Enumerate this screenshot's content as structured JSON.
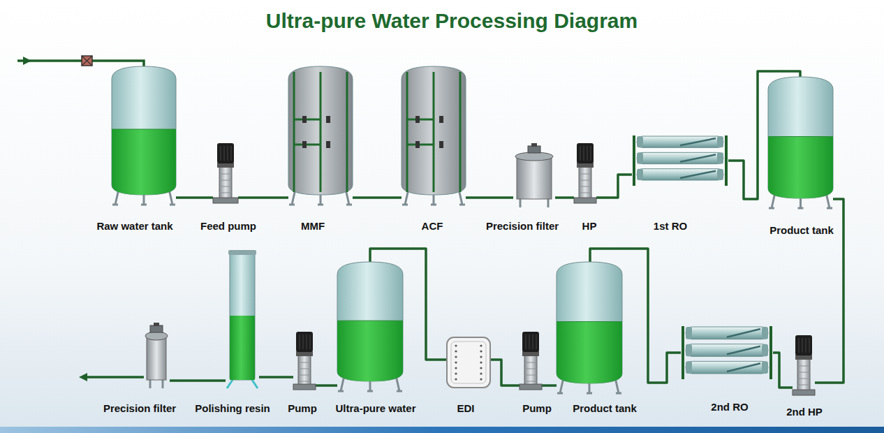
{
  "diagram": {
    "title": "Ultra-pure Water Processing Diagram",
    "nodes": [
      {
        "text": [
          "Raw water tank"
        ]
      },
      {
        "text": [
          "Feed pump"
        ]
      },
      {
        "text": [
          "MMF"
        ]
      },
      {
        "text": [
          "ACF"
        ]
      },
      {
        "text": [
          "Precision filter"
        ]
      },
      {
        "text": [
          "HP"
        ]
      },
      {
        "text": [
          "1st RO"
        ]
      },
      {
        "text": [
          "Product tank"
        ]
      },
      {
        "text": [
          "Precision filter"
        ]
      },
      {
        "text": [
          "Polishing resin"
        ]
      },
      {
        "text": [
          "Pump"
        ]
      },
      {
        "text": [
          "Ultra-pure water"
        ]
      },
      {
        "text": [
          "EDI"
        ]
      },
      {
        "text": [
          "Pump"
        ]
      },
      {
        "text": [
          "Product tank"
        ]
      },
      {
        "text": [
          "2nd RO"
        ]
      },
      {
        "text": [
          "2nd HP"
        ]
      }
    ],
    "edges": [
      {
        "from": 0,
        "to": 1,
        "arrow": "none"
      },
      {
        "from": 1,
        "to": 2,
        "arrow": "none"
      },
      {
        "from": 2,
        "to": 3,
        "arrow": "none"
      },
      {
        "from": 3,
        "to": 4,
        "arrow": "none"
      },
      {
        "from": 4,
        "to": 5,
        "arrow": "none"
      },
      {
        "from": 5,
        "to": 6,
        "arrow": "none"
      },
      {
        "from": 6,
        "to": 7,
        "arrow": "none"
      },
      {
        "from": 7,
        "to": 16,
        "arrow": "none"
      },
      {
        "from": 16,
        "to": 15,
        "arrow": "none"
      },
      {
        "from": 15,
        "to": 14,
        "arrow": "none"
      },
      {
        "from": 14,
        "to": 13,
        "arrow": "none"
      },
      {
        "from": 13,
        "to": 12,
        "arrow": "none"
      },
      {
        "from": 12,
        "to": 11,
        "arrow": "none"
      },
      {
        "from": 11,
        "to": 10,
        "arrow": "none"
      },
      {
        "from": 10,
        "to": 9,
        "arrow": "none"
      },
      {
        "from": 9,
        "to": 8,
        "arrow": "none"
      }
    ]
  }
}
